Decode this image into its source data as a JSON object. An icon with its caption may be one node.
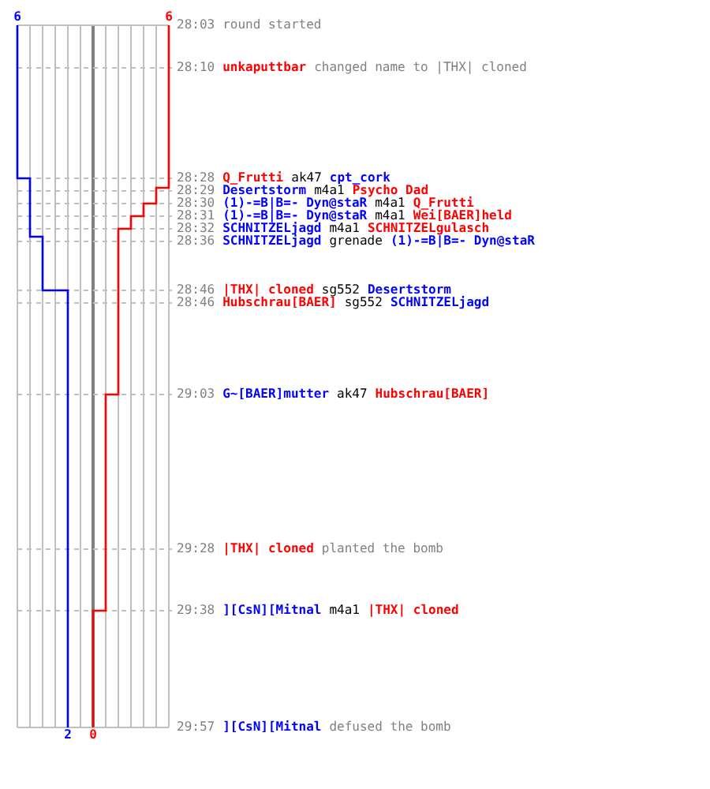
{
  "diagram": {
    "labels": [
      "6",
      "6",
      "28:03",
      "round started",
      "28:10",
      "unkaputtbar",
      "changed name to |THX| cloned",
      "28:28",
      "Q_Frutti",
      "ak47",
      "cpt_cork",
      "28:29",
      "Desertstorm",
      "m4a1",
      "Psycho Dad",
      "28:30",
      "(1)-=B|B=- Dyn@staR",
      "m4a1",
      "Q_Frutti",
      "28:31",
      "(1)-=B|B=- Dyn@staR",
      "m4a1",
      "Wei[BAER]held",
      "28:32",
      "SCHNITZELjagd",
      "m4a1",
      "SCHNITZELgulasch",
      "28:36",
      "SCHNITZELjagd",
      "grenade",
      "(1)-=B|B=- Dyn@staR",
      "28:46",
      "|THX| cloned",
      "sg552",
      "Desertstorm",
      "28:46",
      "Hubschrau[BAER]",
      "sg552",
      "SCHNITZELjagd",
      "29:03",
      "G~[BAER]mutter",
      "ak47",
      "Hubschrau[BAER]",
      "29:28",
      "|THX| cloned",
      "planted the bomb",
      "29:38",
      "][CsN][Mitnal",
      "m4a1",
      "|THX| cloned",
      "29:57",
      "][CsN][Mitnal",
      "defused the bomb",
      "2",
      "0"
    ]
  }
}
